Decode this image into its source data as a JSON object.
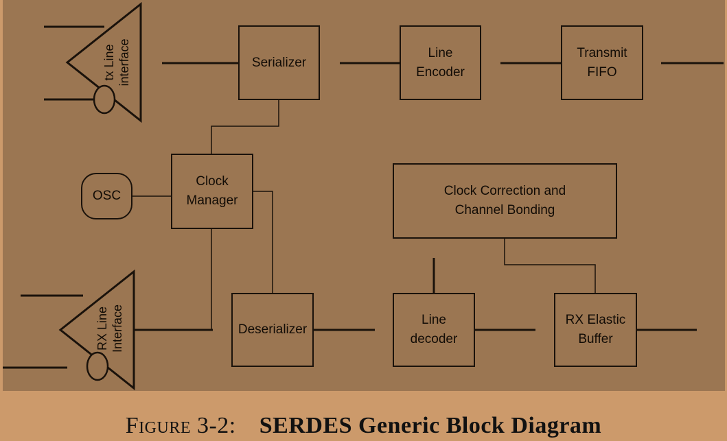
{
  "diagram": {
    "blocks": {
      "serializer": "Serializer",
      "line_encoder": "Line\nEncoder",
      "transmit_fifo": "Transmit\nFIFO",
      "clock_manager": "Clock\nManager",
      "osc": "OSC",
      "clock_correction": "Clock Correction and\nChannel Bonding",
      "deserializer": "Deserializer",
      "line_decoder": "Line\ndecoder",
      "rx_elastic_buffer": "RX Elastic\nBuffer"
    },
    "tx_interface_label": "tx Line\ninterface",
    "rx_interface_label": "RX Line\nInterface",
    "colors": {
      "panel": "#9b7652",
      "page": "#cc9a6b",
      "stroke": "#1a120b"
    }
  },
  "caption": {
    "figure": "Figure 3-2:",
    "title": "SERDES Generic Block Diagram"
  }
}
